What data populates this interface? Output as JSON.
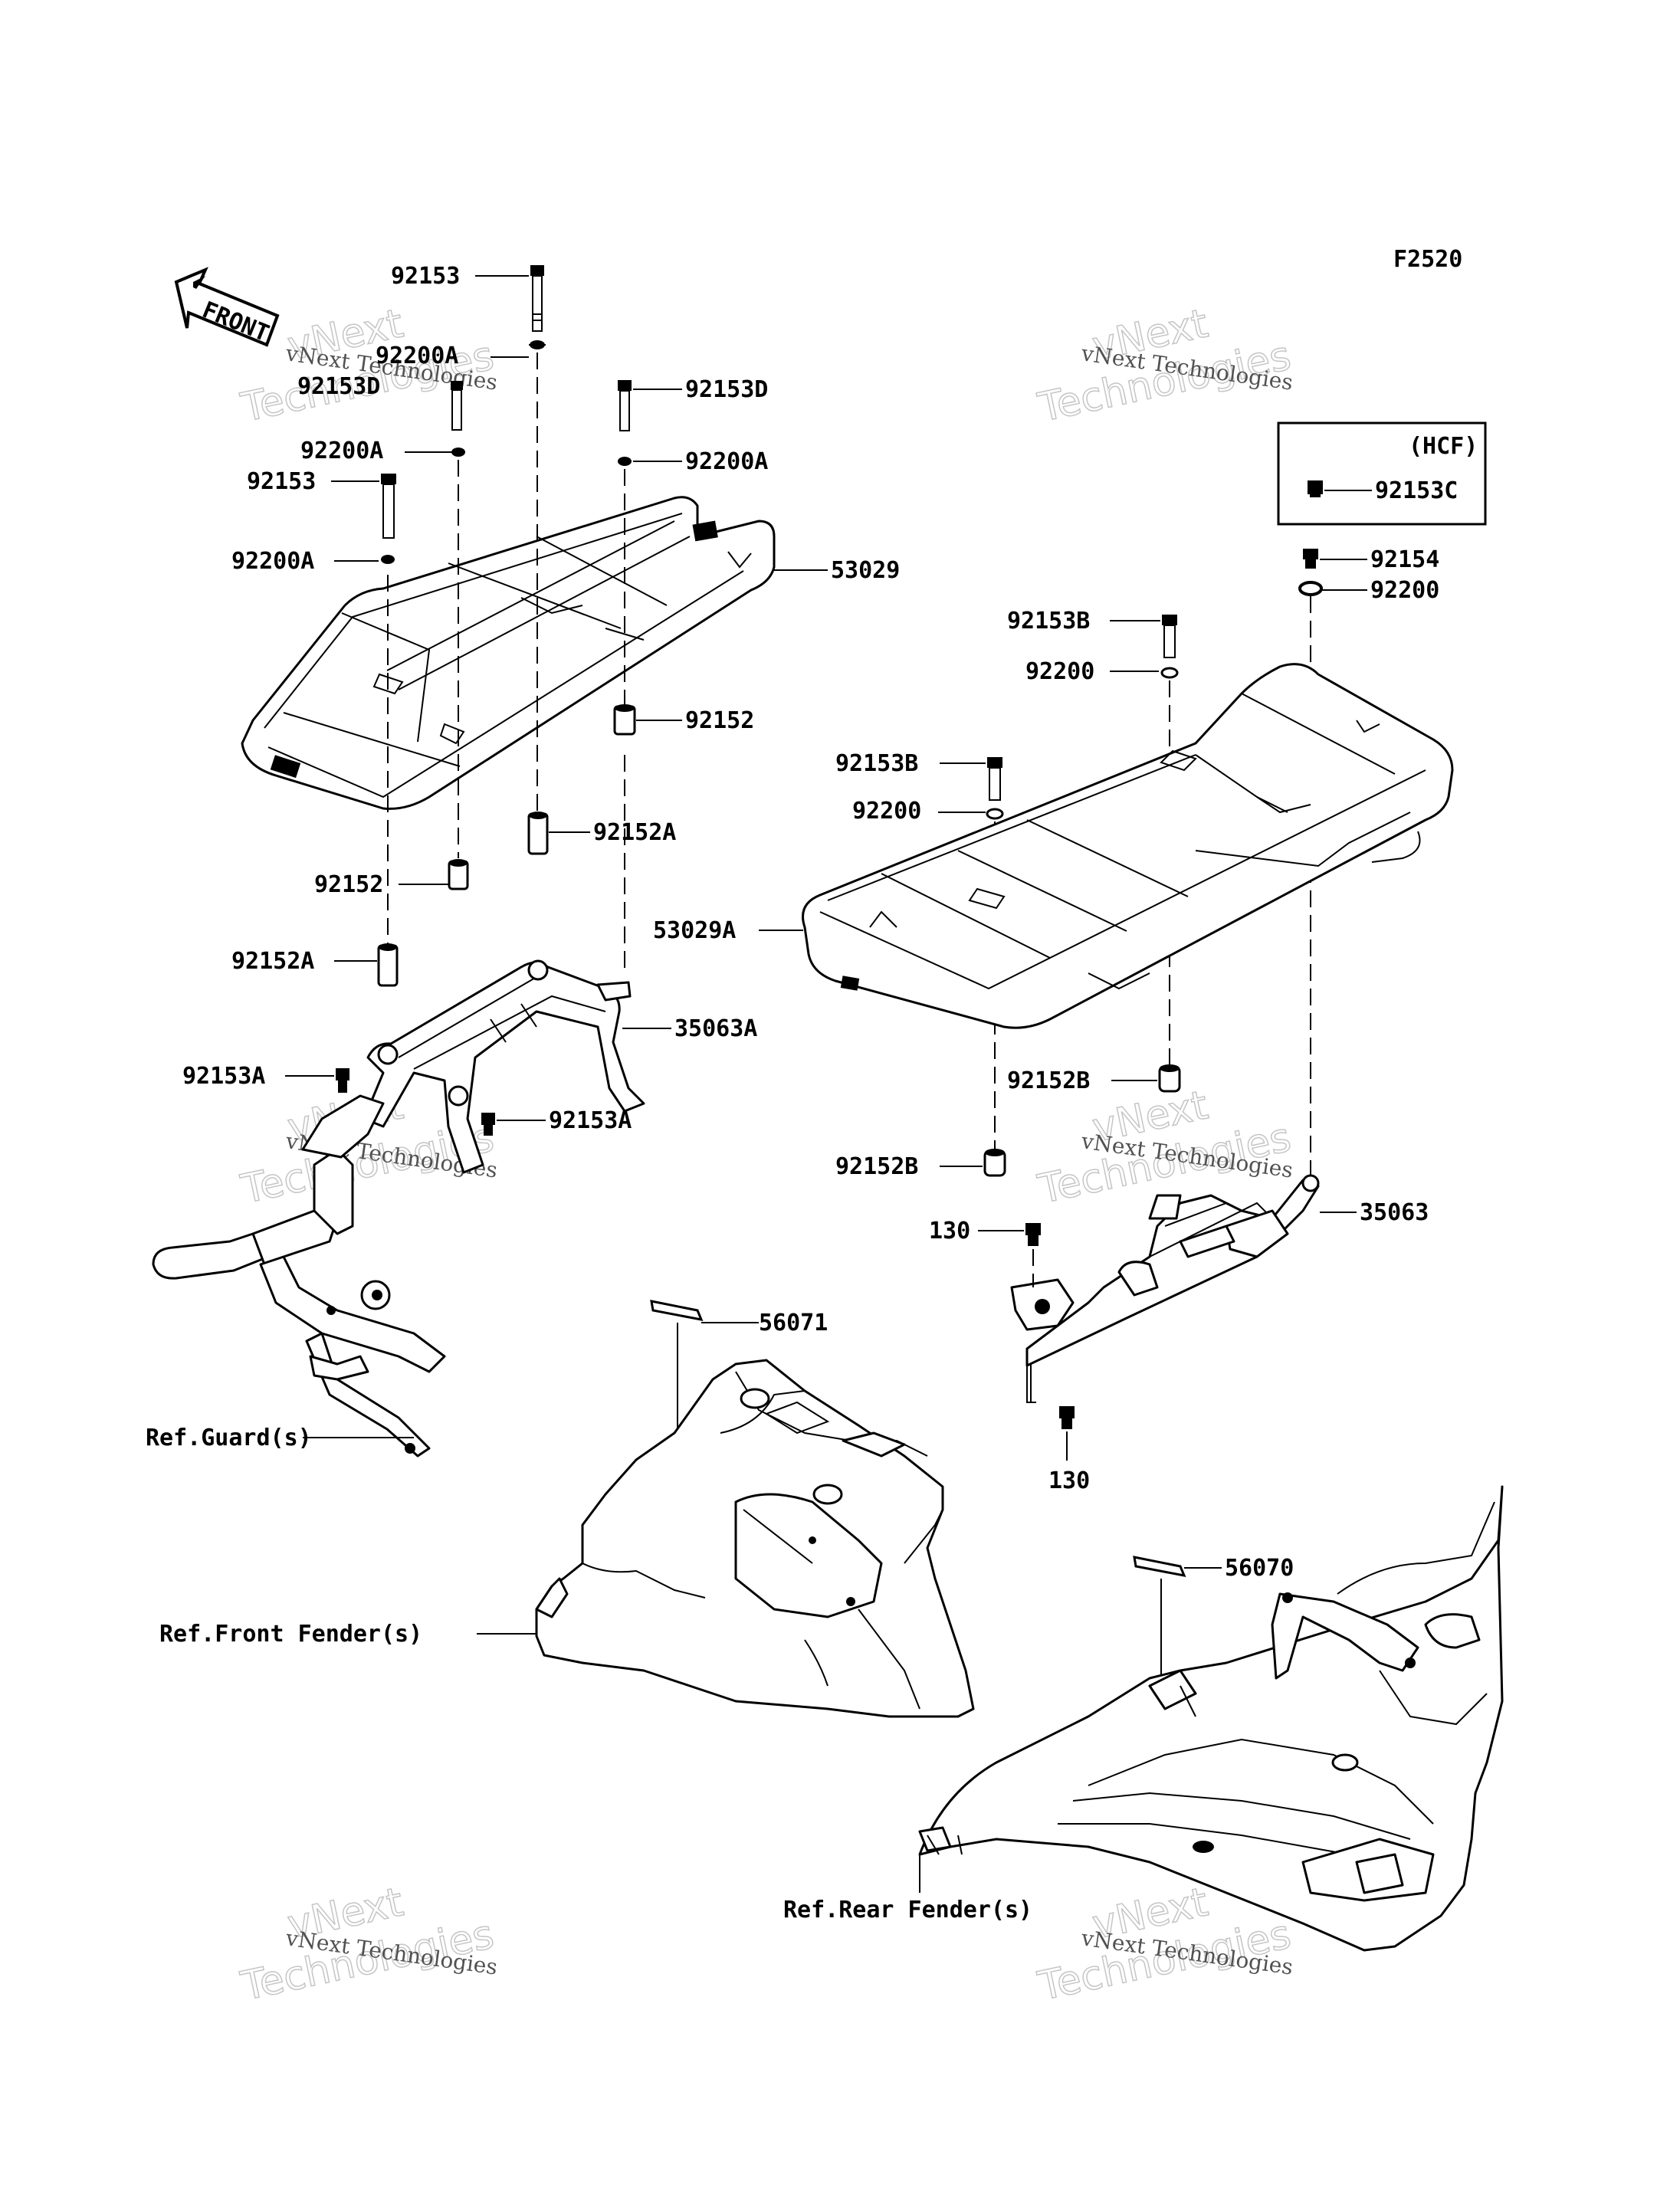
{
  "figure_code": "F2520",
  "front_arrow_label": "FRONT",
  "hcf_box": {
    "title": "(HCF)",
    "part": "92153C"
  },
  "watermark": {
    "line1": "vNext Technologies",
    "line2": "vNext",
    "line3": "Technologies"
  },
  "part_labels": {
    "p92153_top": "92153",
    "p92200A_top": "92200A",
    "p92153D_left": "92153D",
    "p92153D_right": "92153D",
    "p92200A_left": "92200A",
    "p92200A_right": "92200A",
    "p92153_left": "92153",
    "p92200A_left2": "92200A",
    "p53029": "53029",
    "p92152_right": "92152",
    "p92152A_right": "92152A",
    "p92152_left": "92152",
    "p92152A_left": "92152A",
    "p35063A": "35063A",
    "p92153A_left": "92153A",
    "p92153A_right": "92153A",
    "p92154": "92154",
    "p92200_r1": "92200",
    "p92153B_r": "92153B",
    "p92200_r2": "92200",
    "p92153B_l": "92153B",
    "p92200_l": "92200",
    "p53029A": "53029A",
    "p92152B_r": "92152B",
    "p92152B_l": "92152B",
    "p130_top": "130",
    "p35063": "35063",
    "p130_bottom": "130",
    "p56071": "56071",
    "p56070": "56070"
  },
  "ref_labels": {
    "guard": "Ref.Guard(s)",
    "front_fender": "Ref.Front Fender(s)",
    "rear_fender": "Ref.Rear Fender(s)"
  }
}
